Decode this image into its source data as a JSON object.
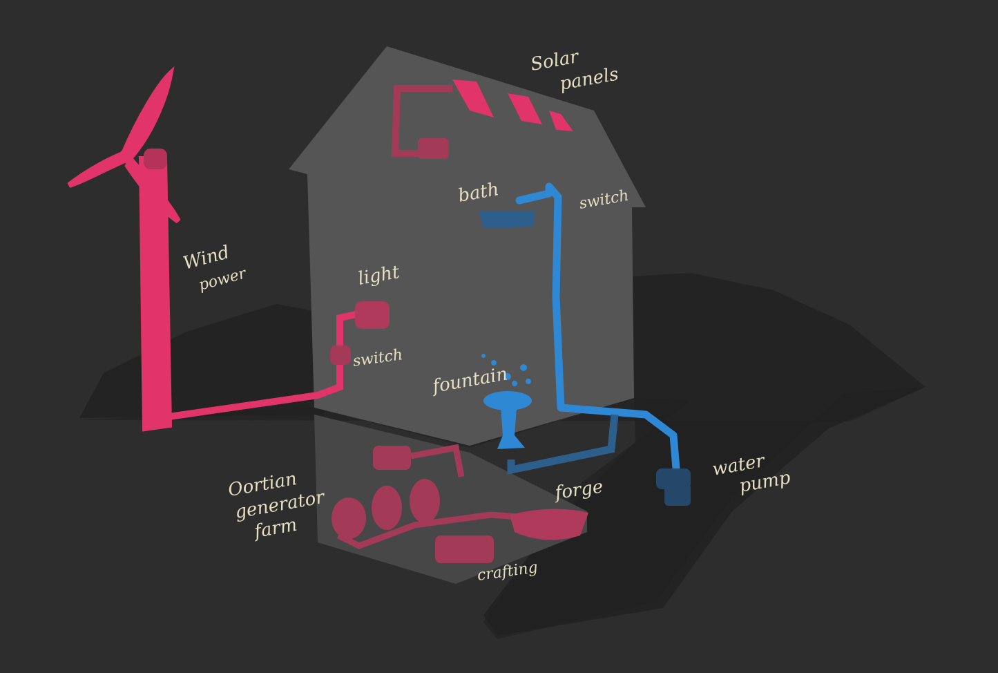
{
  "colors": {
    "background": "#2d2d2d",
    "power": "#e0346a",
    "water": "#2f88d4",
    "house": "#4d4d4d",
    "ground": "#222222",
    "label": "#e6e0c2"
  },
  "labels": {
    "solar_1": "Solar",
    "solar_2": "panels",
    "wind_1": "Wind",
    "wind_2": "power",
    "light": "light",
    "switch_left": "switch",
    "bath": "bath",
    "switch_right": "switch",
    "fountain": "fountain",
    "water_1": "water",
    "water_2": "pump",
    "oortian_1": "Oortian",
    "oortian_2": "generator",
    "oortian_3": "farm",
    "forge": "forge",
    "crafting": "crafting"
  }
}
